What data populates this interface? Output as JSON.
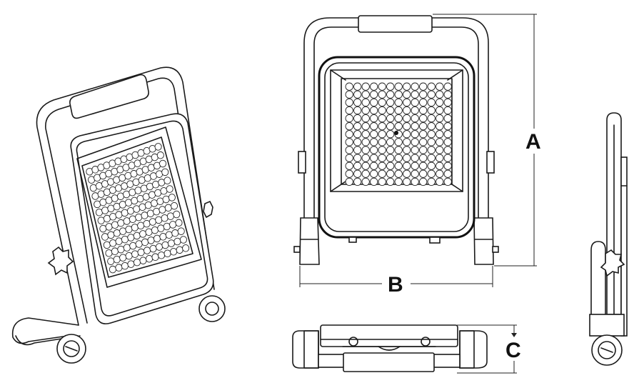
{
  "dimensions": {
    "height_label": "A",
    "width_label": "B",
    "depth_label": "C"
  },
  "views": [
    "perspective-view",
    "front-view",
    "top-view",
    "side-view"
  ],
  "led_grid": {
    "rows": 13,
    "cols": 13
  }
}
